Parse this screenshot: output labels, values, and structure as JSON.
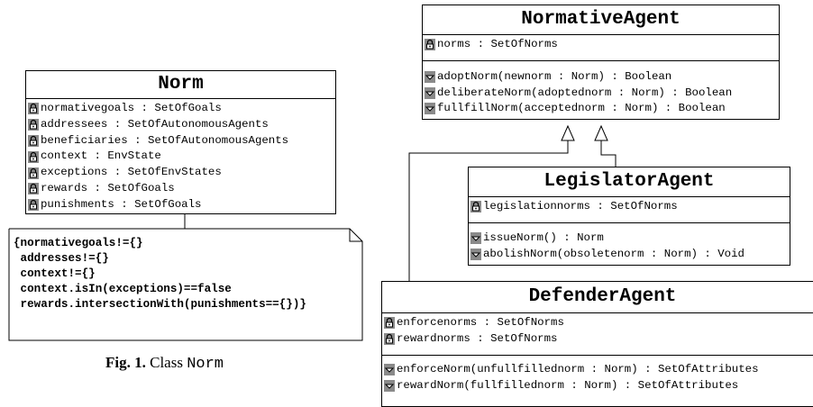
{
  "norm": {
    "title": "Norm",
    "attributes": [
      "normativegoals : SetOfGoals",
      "addressees : SetOfAutonomousAgents",
      "beneficiaries : SetOfAutonomousAgents",
      "context : EnvState",
      "exceptions : SetOfEnvStates",
      "rewards : SetOfGoals",
      "punishments : SetOfGoals"
    ]
  },
  "constraint_note": {
    "lines": [
      "{normativegoals!={}",
      " addresses!={}",
      " context!={}",
      " context.isIn(exceptions)==false",
      " rewards.intersectionWith(punishments=={})}"
    ]
  },
  "caption": {
    "label": "Fig. 1.",
    "text": "Class",
    "code": "Norm"
  },
  "normative_agent": {
    "title": "NormativeAgent",
    "attributes": [
      "norms : SetOfNorms"
    ],
    "operations": [
      "adoptNorm(newnorm : Norm) : Boolean",
      "deliberateNorm(adoptednorm : Norm) : Boolean",
      "fullfillNorm(acceptednorm : Norm) : Boolean"
    ]
  },
  "legislator_agent": {
    "title": "LegislatorAgent",
    "attributes": [
      "legislationnorms : SetOfNorms"
    ],
    "operations": [
      "issueNorm() : Norm",
      "abolishNorm(obsoletenorm : Norm) : Void"
    ]
  },
  "defender_agent": {
    "title": "DefenderAgent",
    "attributes": [
      "enforcenorms : SetOfNorms",
      "rewardnorms : SetOfNorms"
    ],
    "operations": [
      "enforceNorm(unfullfillednorm : Norm) : SetOfAttributes",
      "rewardNorm(fullfillednorm : Norm) : SetOfAttributes"
    ]
  },
  "icons": {
    "attribute": "locked-attribute-icon",
    "operation": "operation-icon"
  }
}
